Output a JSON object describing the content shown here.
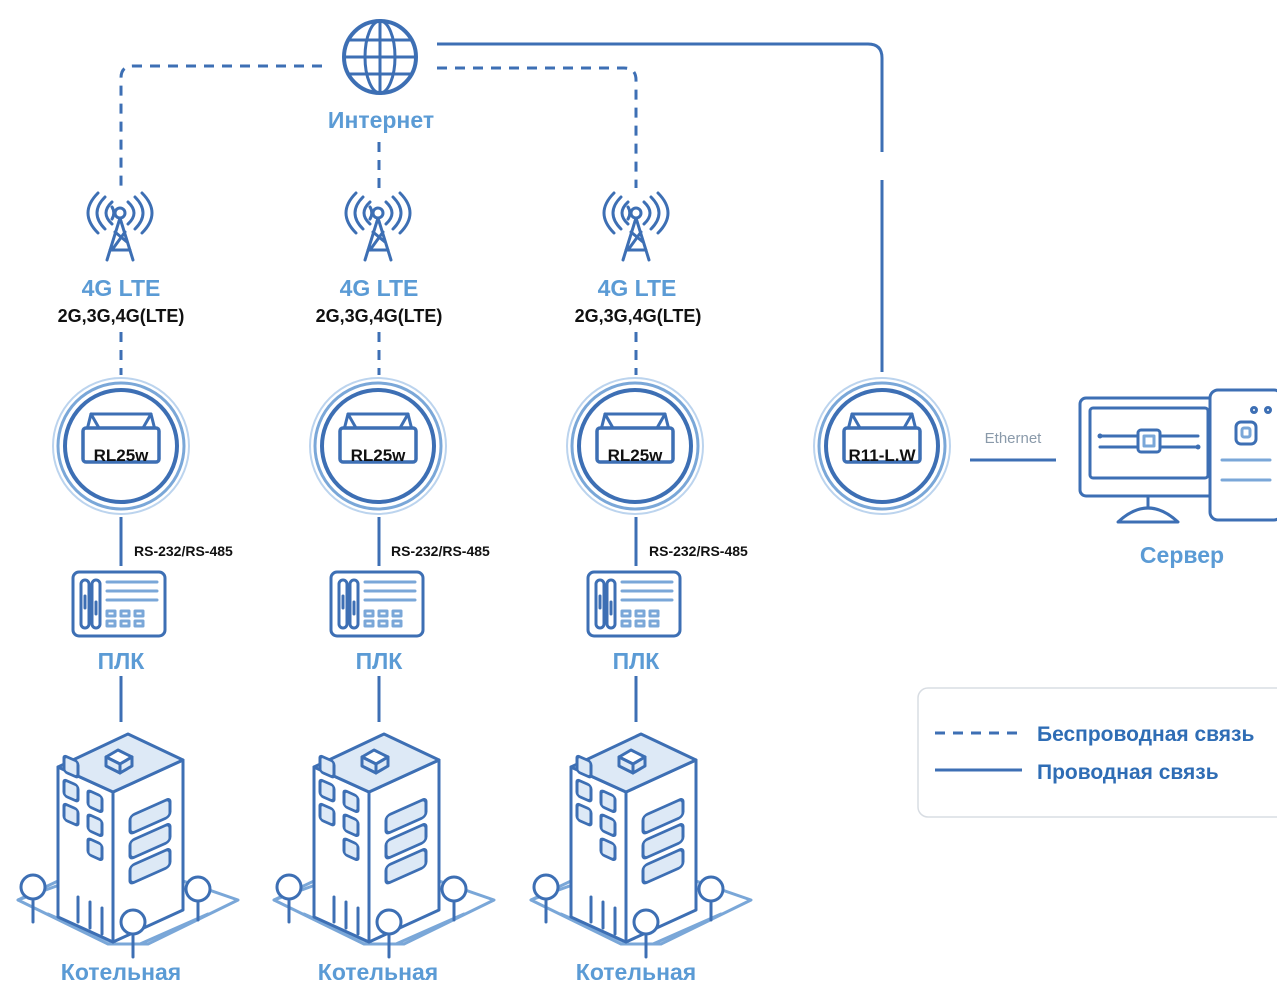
{
  "internet": {
    "label": "Интернет",
    "icon": "globe-icon"
  },
  "branches": [
    {
      "network": "4G LTE",
      "bands": "2G,3G,4G(LTE)",
      "router": "RL25w",
      "interface": "RS-232/RS-485",
      "plc": "ПЛК",
      "site": "Котельная"
    },
    {
      "network": "4G LTE",
      "bands": "2G,3G,4G(LTE)",
      "router": "RL25w",
      "interface": "RS-232/RS-485",
      "plc": "ПЛК",
      "site": "Котельная"
    },
    {
      "network": "4G LTE",
      "bands": "2G,3G,4G(LTE)",
      "router": "RL25w",
      "interface": "RS-232/RS-485",
      "plc": "ПЛК",
      "site": "Котельная"
    }
  ],
  "server_router": {
    "label": "R11-L.W"
  },
  "ethernet": {
    "label": "Ethernet"
  },
  "server": {
    "label": "Сервер",
    "icon": "server-computer-icon"
  },
  "legend": {
    "wireless": "Беспроводная связь",
    "wired": "Проводная связь"
  },
  "colors": {
    "primary": "#3d6fb4",
    "label_blue": "#5b9bd5",
    "text_dark": "#111111"
  }
}
